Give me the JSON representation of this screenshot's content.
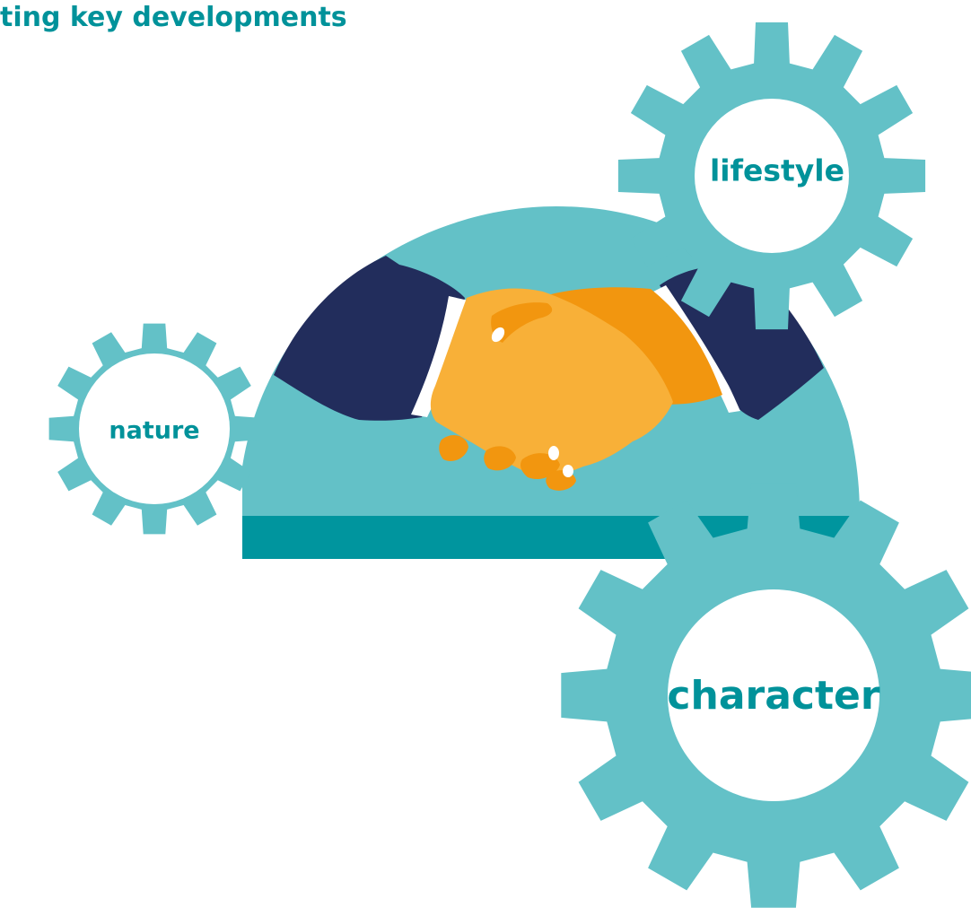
{
  "title": "ting key developments",
  "gears": {
    "lifestyle": {
      "label": "lifestyle"
    },
    "nature": {
      "label": "nature"
    },
    "character": {
      "label": "character"
    }
  },
  "colors": {
    "text": "#00929A",
    "gear": "#63C1C7",
    "gear_hub": "#FFFFFF",
    "dome": "#63C1C7",
    "band": "#00959E",
    "sleeve": "#222D5C",
    "cuff": "#FFFFFF",
    "hand_light": "#F8B038",
    "hand_dark": "#F2960F",
    "nail": "#FFFFFF"
  }
}
